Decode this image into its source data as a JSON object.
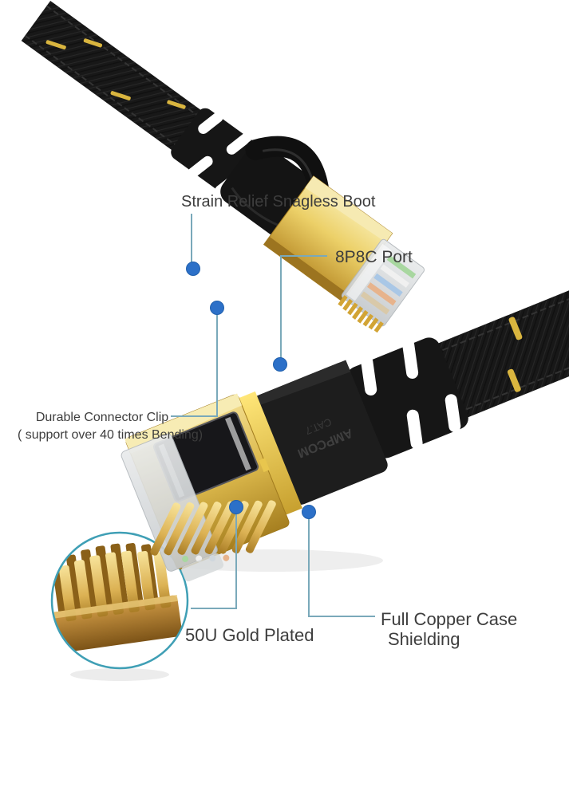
{
  "page": {
    "background": "#ffffff"
  },
  "product": {
    "kind": "flat-cat7-ethernet-patch-cable-product-photo",
    "embossed_brand": "AMPCOM",
    "embossed_model": "CAT.7"
  },
  "colors": {
    "callout_line": "#7aa9ba",
    "callout_dot": "#2c70c8",
    "label_text": "#3d3d3d",
    "gold": "#e3c050",
    "copper": "#a06a24",
    "cable_black": "#191919",
    "accent_yellow": "#ffd84f",
    "magnifier_ring": "#3f9fb5"
  },
  "annotations": {
    "strain_relief": {
      "label": "Strain Relief Snagless Boot"
    },
    "port": {
      "label": "8P8C Port"
    },
    "connector_clip": {
      "line1": "Durable Connector Clip",
      "line2": "( support over 40 times Bending)"
    },
    "gold_plated": {
      "label": "50U Gold Plated"
    },
    "copper_shield": {
      "line1": "Full Copper Case",
      "line2": "Shielding"
    }
  }
}
